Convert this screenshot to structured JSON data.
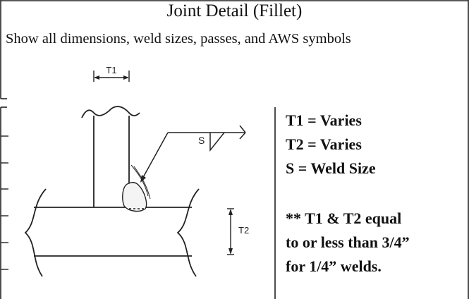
{
  "header": {
    "title": "Joint Detail (Fillet)",
    "instruction": "Show all dimensions, weld sizes, passes, and AWS symbols"
  },
  "drawing": {
    "dim_t1": "T1",
    "dim_t2": "T2",
    "weld_size_label": "S"
  },
  "notes": {
    "t1": "T1 = Varies",
    "t2": "T2 = Varies",
    "s": "S = Weld Size",
    "requirement": [
      "** T1 & T2 equal",
      "to or less than 3/4”",
      "for 1/4” welds."
    ]
  }
}
